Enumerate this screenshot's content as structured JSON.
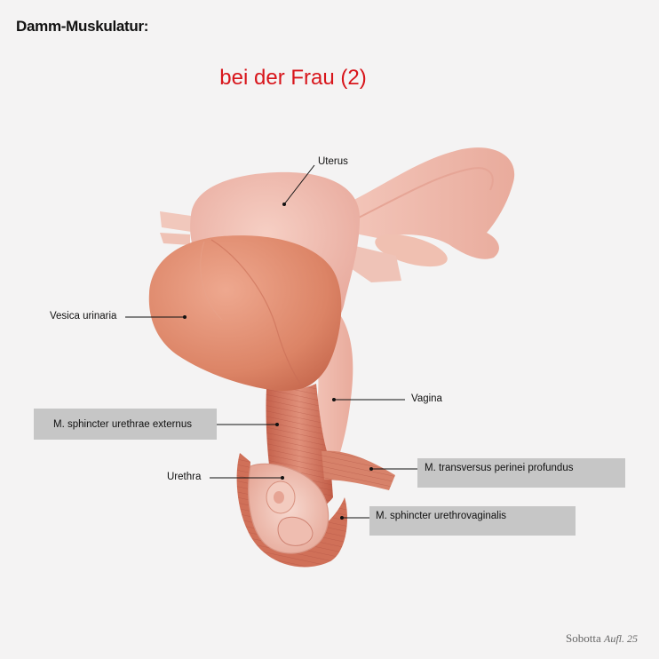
{
  "header": {
    "title": "Damm-Muskulatur:",
    "subtitle": "bei der Frau (2)"
  },
  "labels": {
    "uterus": "Uterus",
    "vesica": "Vesica urinaria",
    "vagina": "Vagina",
    "sphincter_ext": "M. sphincter urethrae externus",
    "urethra": "Urethra",
    "transversus": "M. transversus perinei profundus",
    "sphincter_uv": "M. sphincter urethrovaginalis"
  },
  "footer": {
    "brand": "Sobotta",
    "edition": "Aufl. 25"
  },
  "colors": {
    "title_red": "#d8151b",
    "label_box": "#c6c6c6",
    "background": "#f4f3f3"
  }
}
